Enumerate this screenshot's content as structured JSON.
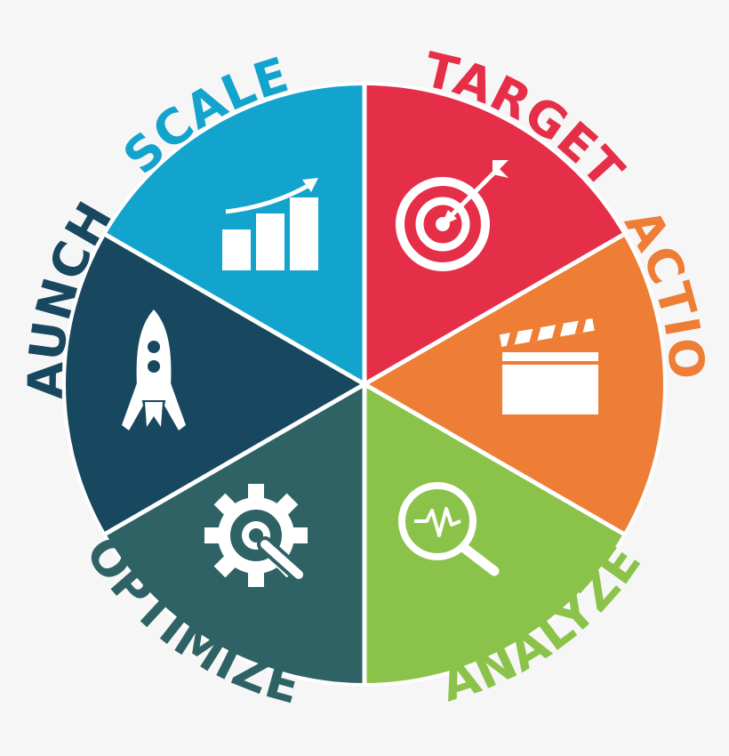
{
  "segments": [
    {
      "label": "TARGET",
      "color": "#e52f48",
      "icon": "target-arrow-icon"
    },
    {
      "label": "ACTION",
      "color": "#ee7d35",
      "icon": "clapperboard-icon"
    },
    {
      "label": "ANALYZE",
      "color": "#8bc34a",
      "icon": "magnifier-pulse-icon"
    },
    {
      "label": "OPTIMIZE",
      "color": "#2f6265",
      "icon": "gear-wrench-icon"
    },
    {
      "label": "LAUNCH",
      "color": "#18485f",
      "icon": "rocket-icon"
    },
    {
      "label": "SCALE",
      "color": "#13a4cd",
      "icon": "growth-chart-icon"
    }
  ]
}
